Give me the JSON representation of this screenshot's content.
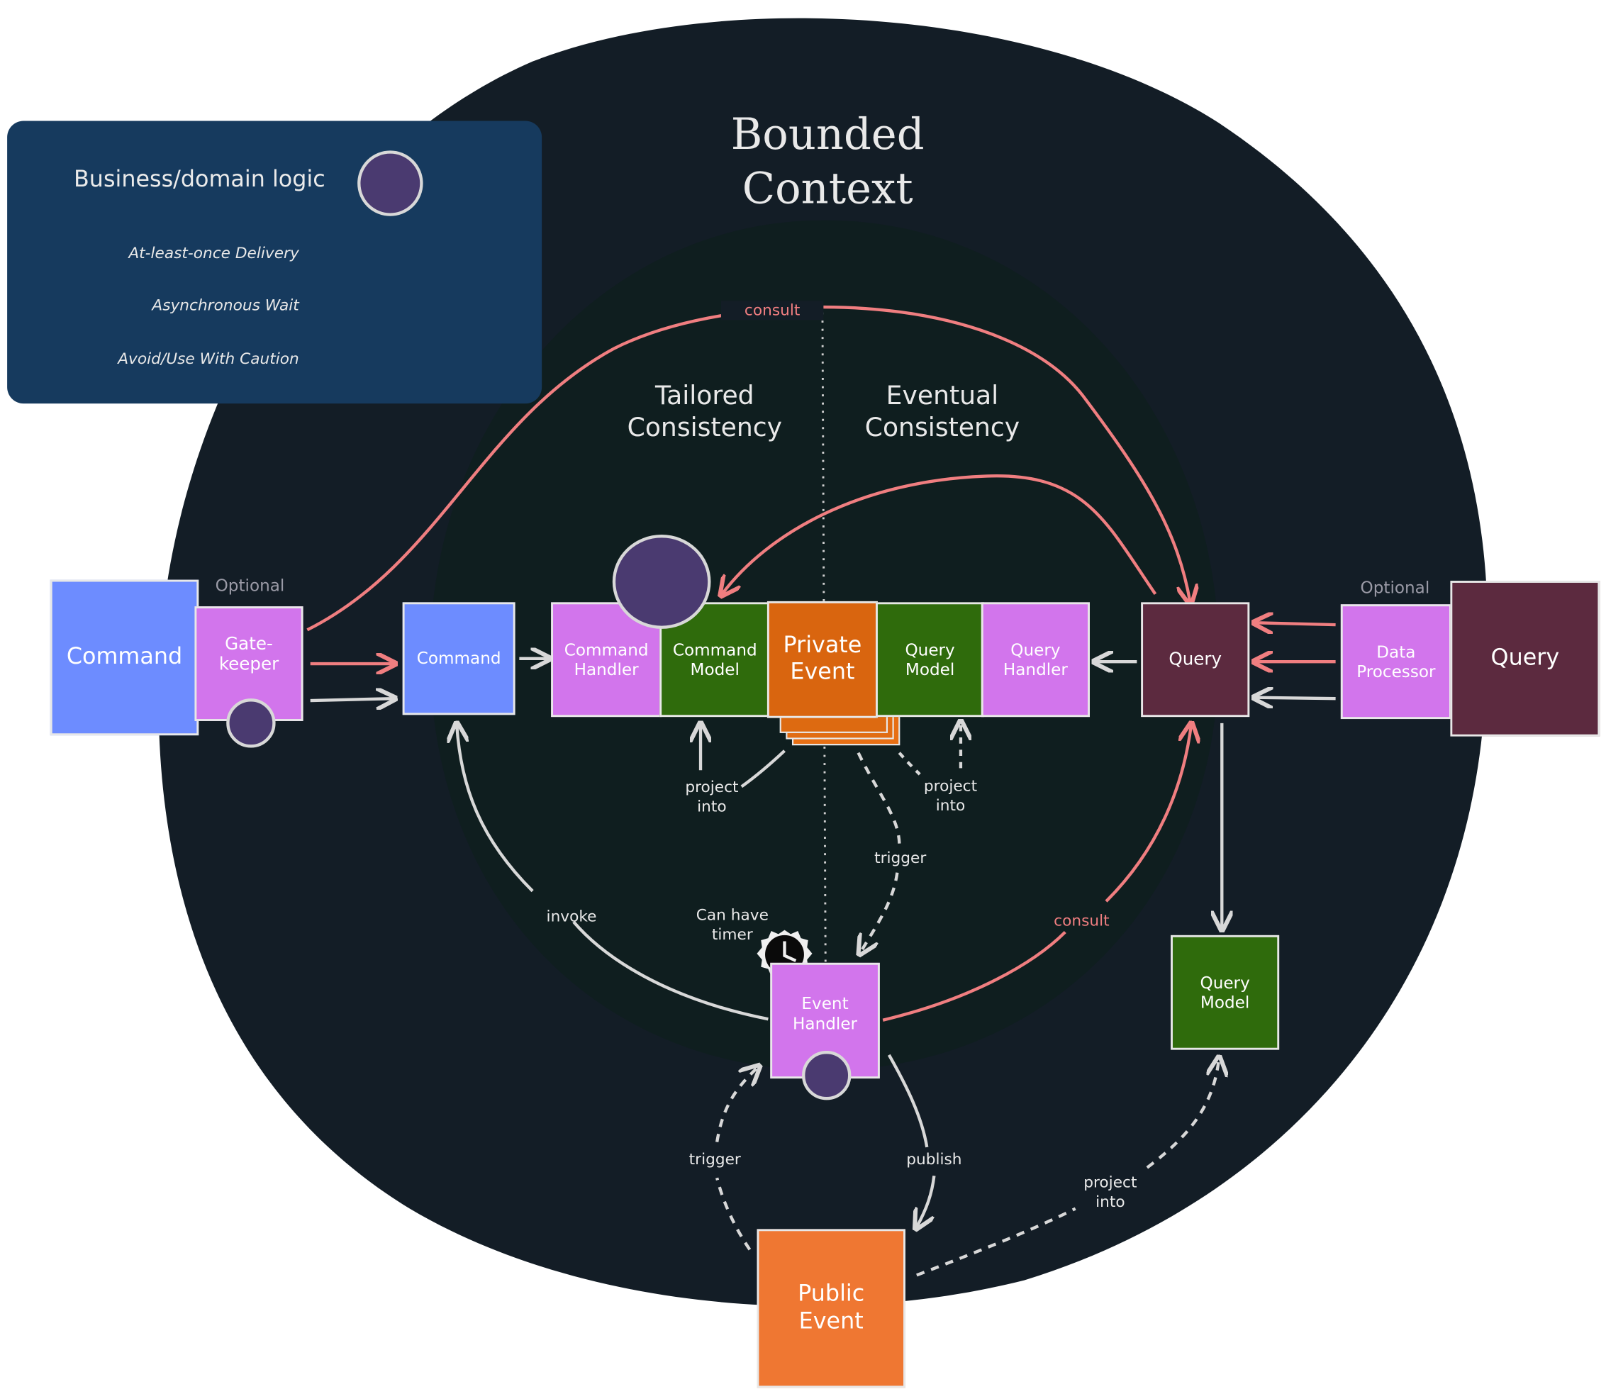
{
  "title": "Bounded Context",
  "legend": {
    "business_logic": "Business/domain logic",
    "at_least_once": "At-least-once Delivery",
    "async_wait": "Asynchronous Wait",
    "avoid": "Avoid/Use With Caution"
  },
  "regions": {
    "tailored": "Tailored Consistency",
    "eventual": "Eventual Consistency"
  },
  "nodes": {
    "command_external": "Command",
    "gatekeeper": "Gate-\nkeeper",
    "gatekeeper_optional": "Optional",
    "command": "Command",
    "command_handler": "Command\nHandler",
    "command_model": "Command\nModel",
    "private_event": "Private\nEvent",
    "query_model_inner": "Query\nModel",
    "query_handler": "Query\nHandler",
    "query": "Query",
    "data_processor": "Data\nProcessor",
    "data_processor_optional": "Optional",
    "query_external": "Query",
    "query_model_outer": "Query\nModel",
    "event_handler": "Event\nHandler",
    "public_event": "Public\nEvent"
  },
  "edge_labels": {
    "consult_top": "consult",
    "consult_bottom": "consult",
    "project_into_left": "project\ninto",
    "project_into_right": "project\ninto",
    "project_into_bottom": "project\ninto",
    "trigger_middle": "trigger",
    "trigger_bottom": "trigger",
    "invoke": "invoke",
    "can_have_timer": "Can have\ntimer",
    "publish": "publish"
  },
  "colors": {
    "background_circle": "#131d26",
    "inner_circle": "#0f1e1f",
    "legend_bg": "#163a5e",
    "command_blue": "#6d8cff",
    "handler_purple": "#d275ec",
    "model_green": "#2f6b0c",
    "private_event_orange": "#d9650f",
    "public_event_orange": "#ef7732",
    "query_maroon": "#5c2a3f",
    "caution_red": "#f07e80",
    "arrow_grey": "#d8d8d8",
    "domain_dot": "#4a3a70"
  },
  "icons": {
    "timer": "clock-icon"
  }
}
